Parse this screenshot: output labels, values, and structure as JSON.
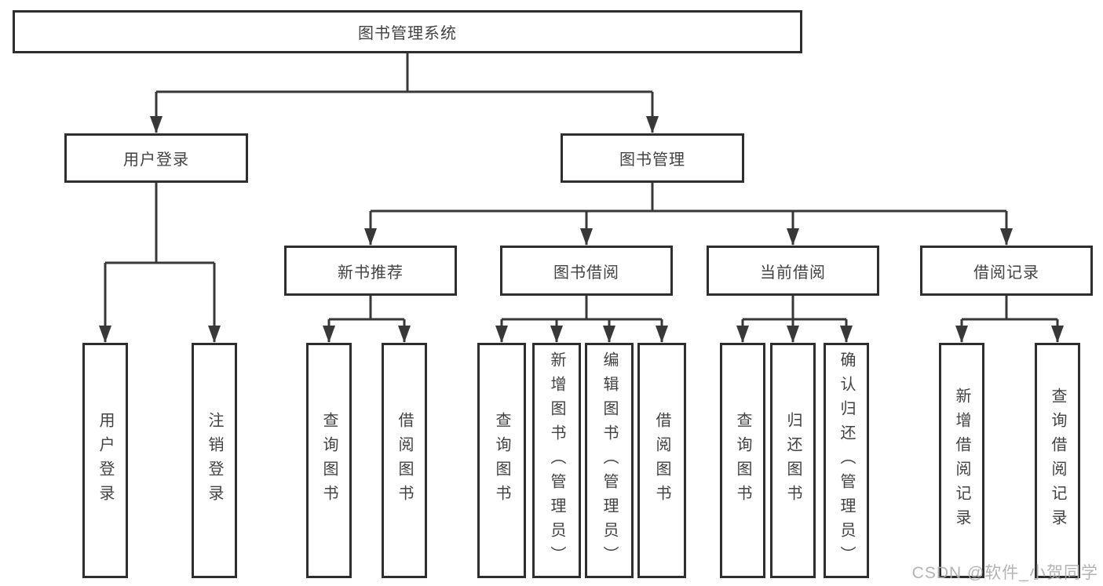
{
  "tree": {
    "label": "图书管理系统",
    "children": [
      {
        "label": "用户登录",
        "children": [
          {
            "label": "用户登录"
          },
          {
            "label": "注销登录"
          }
        ]
      },
      {
        "label": "图书管理",
        "children": [
          {
            "label": "新书推荐",
            "children": [
              {
                "label": "查询图书"
              },
              {
                "label": "借阅图书"
              }
            ]
          },
          {
            "label": "图书借阅",
            "children": [
              {
                "label": "查询图书"
              },
              {
                "label": "新增图书（管理员）"
              },
              {
                "label": "编辑图书（管理员）"
              },
              {
                "label": "借阅图书"
              }
            ]
          },
          {
            "label": "当前借阅",
            "children": [
              {
                "label": "查询图书"
              },
              {
                "label": "归还图书"
              },
              {
                "label": "确认归还（管理员）"
              }
            ]
          },
          {
            "label": "借阅记录",
            "children": [
              {
                "label": "新增借阅记录"
              },
              {
                "label": "查询借阅记录"
              }
            ]
          }
        ]
      }
    ]
  },
  "watermark": {
    "text": "CSDN @软件_小贺同学"
  },
  "colors": {
    "line": "#383838",
    "box_border": "#2e2e2e",
    "text": "#424242",
    "watermark": "#adadad",
    "background": "#ffffff"
  }
}
